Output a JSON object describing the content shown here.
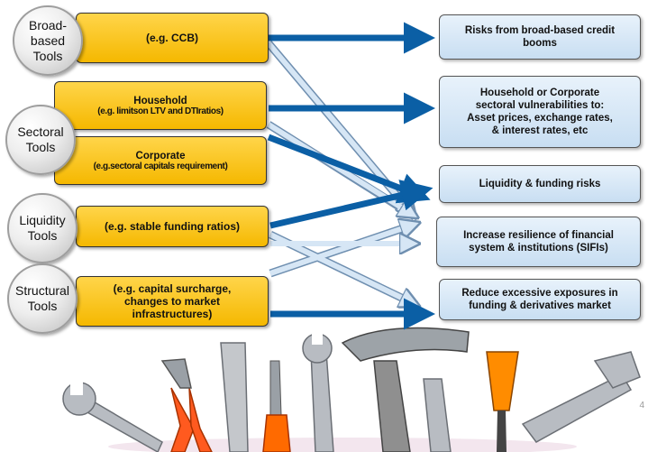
{
  "tool_groups": [
    {
      "label": "Broad-\nbased\nTools"
    },
    {
      "label": "Sectoral\nTools"
    },
    {
      "label": "Liquidity\nTools"
    },
    {
      "label": "Structural\nTools"
    }
  ],
  "instruments": [
    {
      "main": "(e.g. CCB)",
      "sub": ""
    },
    {
      "main": "Household",
      "sub": "(e.g. limitson LTV and DTIratios)"
    },
    {
      "main": "Corporate",
      "sub": "(e.g.sectoral capitals requirement)"
    },
    {
      "main": "(e.g. stable funding ratios)",
      "sub": ""
    },
    {
      "main": "(e.g. capital surcharge,\nchanges to market\ninfrastructures)",
      "sub": ""
    }
  ],
  "objectives": [
    {
      "label": "Risks from broad-based credit\nbooms"
    },
    {
      "label": "Household or Corporate\nsectoral vulnerabilities to:\nAsset prices, exchange rates,\n& interest rates, etc"
    },
    {
      "label": "Liquidity & funding risks"
    },
    {
      "label": "Increase resilience of financial\nsystem & institutions (SIFIs)"
    },
    {
      "label": "Reduce excessive exposures in\nfunding & derivatives market"
    }
  ],
  "page_number": "4",
  "colors": {
    "instrument_fill": "#f5b800",
    "objective_fill": "#c8def2",
    "arrow_blue": "#0b5fa5",
    "arrow_light": "#cfe0f2"
  }
}
